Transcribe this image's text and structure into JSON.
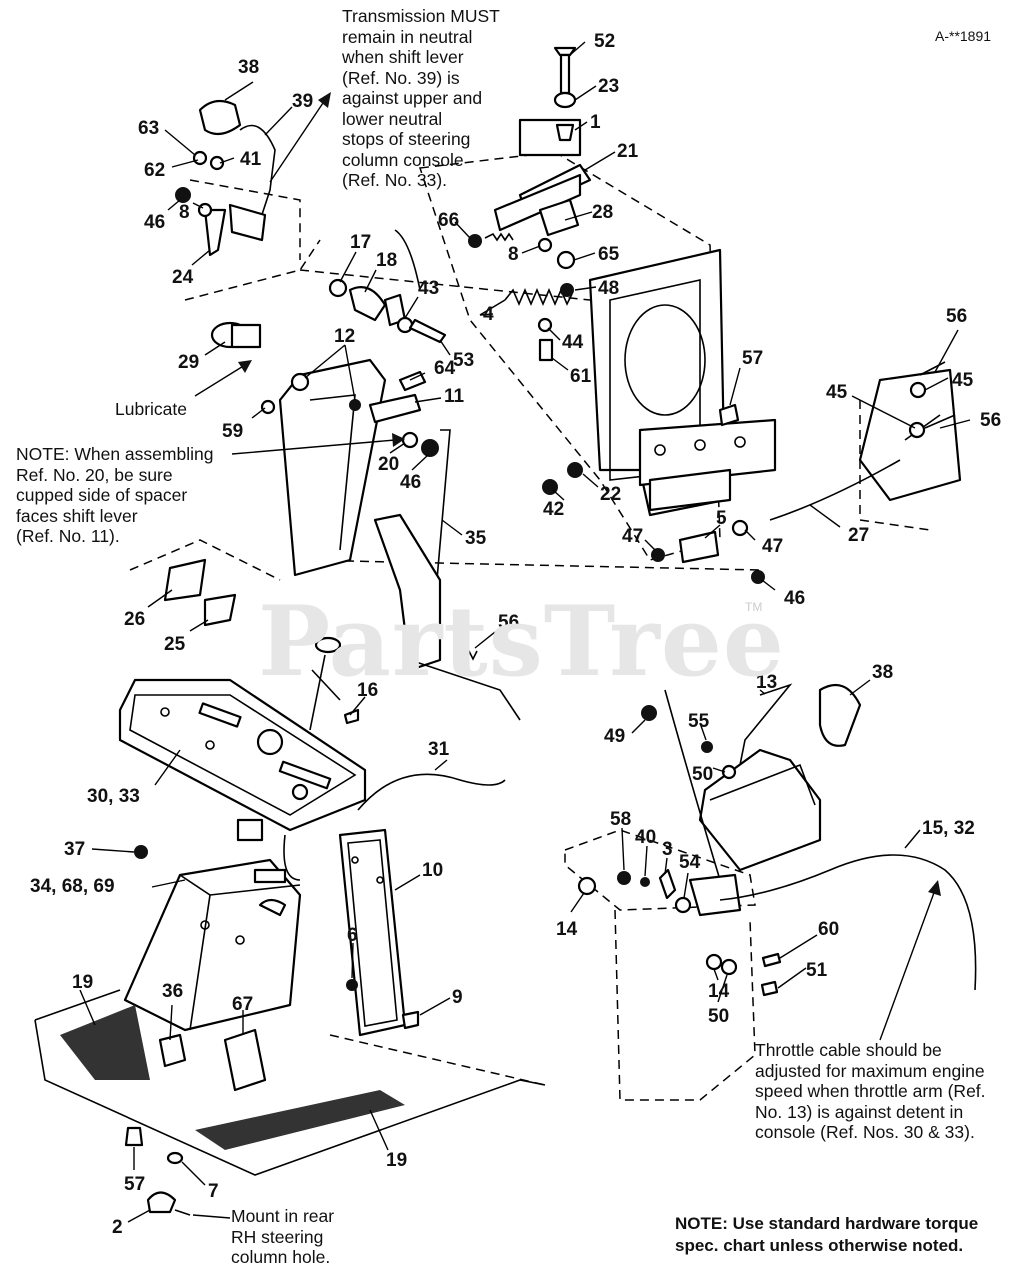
{
  "drawing_id": "A-**1891",
  "watermark": "PartsTree",
  "trademark": "TM",
  "notes": {
    "transmission": [
      "Transmission MUST",
      "remain in neutral",
      "when shift lever",
      "(Ref. No. 39) is",
      "against upper and",
      "lower neutral",
      "stops of steering",
      "column console",
      "(Ref. No. 33)."
    ],
    "lubricate": "Lubricate",
    "assembling": [
      "NOTE: When assembling",
      "Ref. No. 20, be sure",
      "cupped side of spacer",
      "faces shift lever",
      "(Ref. No. 11)."
    ],
    "mount": [
      "Mount in rear",
      "RH steering",
      "column hole."
    ],
    "throttle": [
      "Throttle cable should be",
      "adjusted for maximum engine",
      "speed when throttle arm (Ref.",
      "No. 13) is against detent in",
      "console (Ref. Nos. 30 & 33)."
    ],
    "torque": [
      "NOTE: Use standard hardware torque",
      "spec. chart unless otherwise noted."
    ]
  },
  "callouts": [
    "52",
    "23",
    "1",
    "21",
    "28",
    "66",
    "8",
    "65",
    "4",
    "48",
    "44",
    "61",
    "57",
    "56",
    "45",
    "45",
    "56",
    "27",
    "38",
    "39",
    "63",
    "62",
    "41",
    "46",
    "8",
    "24",
    "17",
    "18",
    "43",
    "29",
    "53",
    "12",
    "64",
    "11",
    "59",
    "20",
    "46",
    "22",
    "42",
    "35",
    "5",
    "47",
    "47",
    "46",
    "26",
    "25",
    "56",
    "16",
    "30, 33",
    "31",
    "37",
    "34, 68, 69",
    "10",
    "6",
    "19",
    "36",
    "67",
    "9",
    "19",
    "57",
    "7",
    "2",
    "13",
    "38",
    "49",
    "55",
    "50",
    "58",
    "40",
    "3",
    "54",
    "15, 32",
    "14",
    "60",
    "14",
    "51",
    "50"
  ]
}
